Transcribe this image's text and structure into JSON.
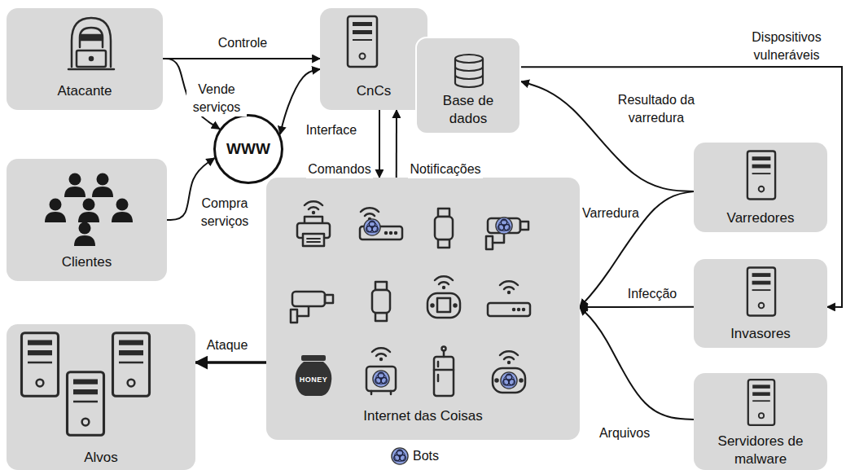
{
  "diagram": {
    "nodes": [
      {
        "text": [
          "Atacante"
        ]
      },
      {
        "text": [
          "CnCs"
        ]
      },
      {
        "text": [
          "Base de dados"
        ]
      },
      {
        "text": [
          "WWW"
        ]
      },
      {
        "text": [
          "Clientes"
        ]
      },
      {
        "text": [
          "Internet das Coisas"
        ]
      },
      {
        "text": [
          "Varredores"
        ]
      },
      {
        "text": [
          "Invasores"
        ]
      },
      {
        "text": [
          "Alvos"
        ]
      },
      {
        "text": [
          "Servidores de malware"
        ]
      }
    ],
    "edges": [
      {
        "from": 0,
        "to": 1,
        "label": "Controle",
        "arrow": "to"
      },
      {
        "from": 0,
        "to": 3,
        "label": "Vende serviços",
        "arrow": "to"
      },
      {
        "from": 4,
        "to": 3,
        "label": "Compra serviços",
        "arrow": "to"
      },
      {
        "from": 1,
        "to": 3,
        "label": "Interface",
        "arrow": "both"
      },
      {
        "from": 1,
        "to": 5,
        "label": "Comandos",
        "arrow": "to"
      },
      {
        "from": 5,
        "to": 1,
        "label": "Notificações",
        "arrow": "to"
      },
      {
        "from": 5,
        "to": 8,
        "label": "Ataque",
        "arrow": "to"
      },
      {
        "from": 6,
        "to": 2,
        "label": "Resultado da varredura",
        "arrow": "to"
      },
      {
        "from": 6,
        "to": 5,
        "label": "Varredura",
        "arrow": "to"
      },
      {
        "from": 7,
        "to": 5,
        "label": "Infecção",
        "arrow": "to"
      },
      {
        "from": 9,
        "to": 5,
        "label": "Arquivos",
        "arrow": "to"
      },
      {
        "from": 2,
        "to": 7,
        "label": "Dispositivos vulneráveis",
        "arrow": "to"
      }
    ],
    "labels": [
      "HONEY"
    ],
    "legend": [
      {
        "text": "Bots"
      }
    ]
  }
}
